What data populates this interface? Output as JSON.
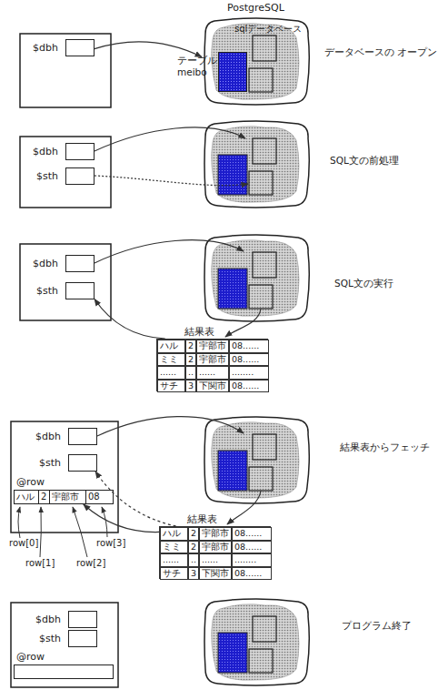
{
  "diagram": {
    "nodes": [
      {
        "text": [
          "$dbh"
        ]
      },
      {
        "text": [
          "PostgreSQL",
          "sqlデータベース"
        ]
      },
      {
        "text": [
          "テーブル meibo"
        ],
        "in": 1
      },
      {
        "text": [
          "$dbh"
        ]
      },
      {
        "text": [
          "$sth"
        ]
      },
      {
        "text": [
          "$dbh"
        ]
      },
      {
        "text": [
          "$sth"
        ]
      },
      {
        "text": [
          "結果表"
        ]
      },
      {
        "text": [
          "$dbh"
        ]
      },
      {
        "text": [
          "$sth"
        ]
      },
      {
        "text": [
          "@row"
        ]
      },
      {
        "text": [
          "結果表"
        ]
      },
      {
        "text": [
          "$dbh"
        ]
      },
      {
        "text": [
          "$sth"
        ]
      },
      {
        "text": [
          "@row"
        ]
      }
    ],
    "edges": [
      {
        "from": 0,
        "to": 1,
        "arrow": "to"
      },
      {
        "from": 7,
        "to": 6,
        "arrow": "to"
      },
      {
        "from": 11,
        "to": 9,
        "arrow": "to"
      },
      {
        "from": 11,
        "to": 10,
        "arrow": "to"
      }
    ],
    "labels": [
      "データベースの オープン",
      "SQL文の前処理",
      "SQL文の実行",
      "ハル",
      "2",
      "宇部市",
      "08......",
      "ミミ",
      "2",
      "宇部市",
      "08......",
      "......",
      "..",
      "......",
      "........",
      "サチ",
      "3",
      "下関市",
      "08......",
      "結果表からフェッチ",
      "ハル",
      "2",
      "宇部市",
      "08",
      "row[0]",
      "row[1]",
      "row[2]",
      "row[3]",
      "ハル",
      "2",
      "宇部市",
      "08......",
      "ミミ",
      "2",
      "宇部市",
      "08......",
      "......",
      "..",
      "......",
      "........",
      "サチ",
      "3",
      "下関市",
      "08......",
      "プログラム終了"
    ]
  }
}
